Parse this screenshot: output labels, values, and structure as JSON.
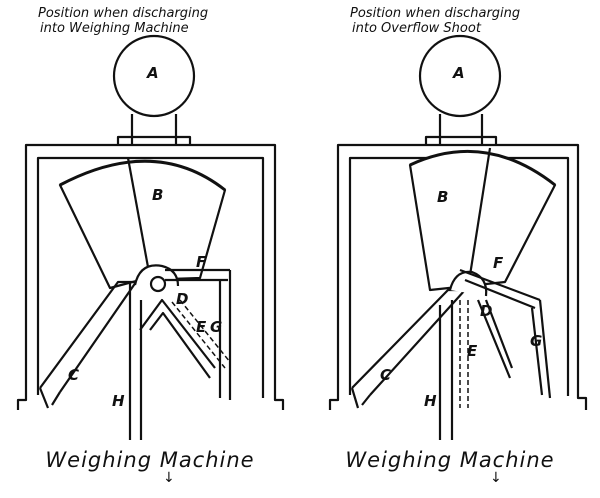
{
  "left": {
    "caption_line1": "Position when discharging",
    "caption_line2": "into Weighing Machine",
    "bottom_label": "Weighing Machine",
    "labels": {
      "A": "A",
      "B": "B",
      "C": "C",
      "D": "D",
      "E": "E",
      "F": "F",
      "G": "G",
      "H": "H"
    }
  },
  "right": {
    "caption_line1": "Position when discharging",
    "caption_line2": "into Overflow Shoot",
    "bottom_label": "Weighing Machine",
    "labels": {
      "A": "A",
      "B": "B",
      "C": "C",
      "D": "D",
      "E": "E",
      "F": "F",
      "G": "G",
      "H": "H"
    }
  }
}
